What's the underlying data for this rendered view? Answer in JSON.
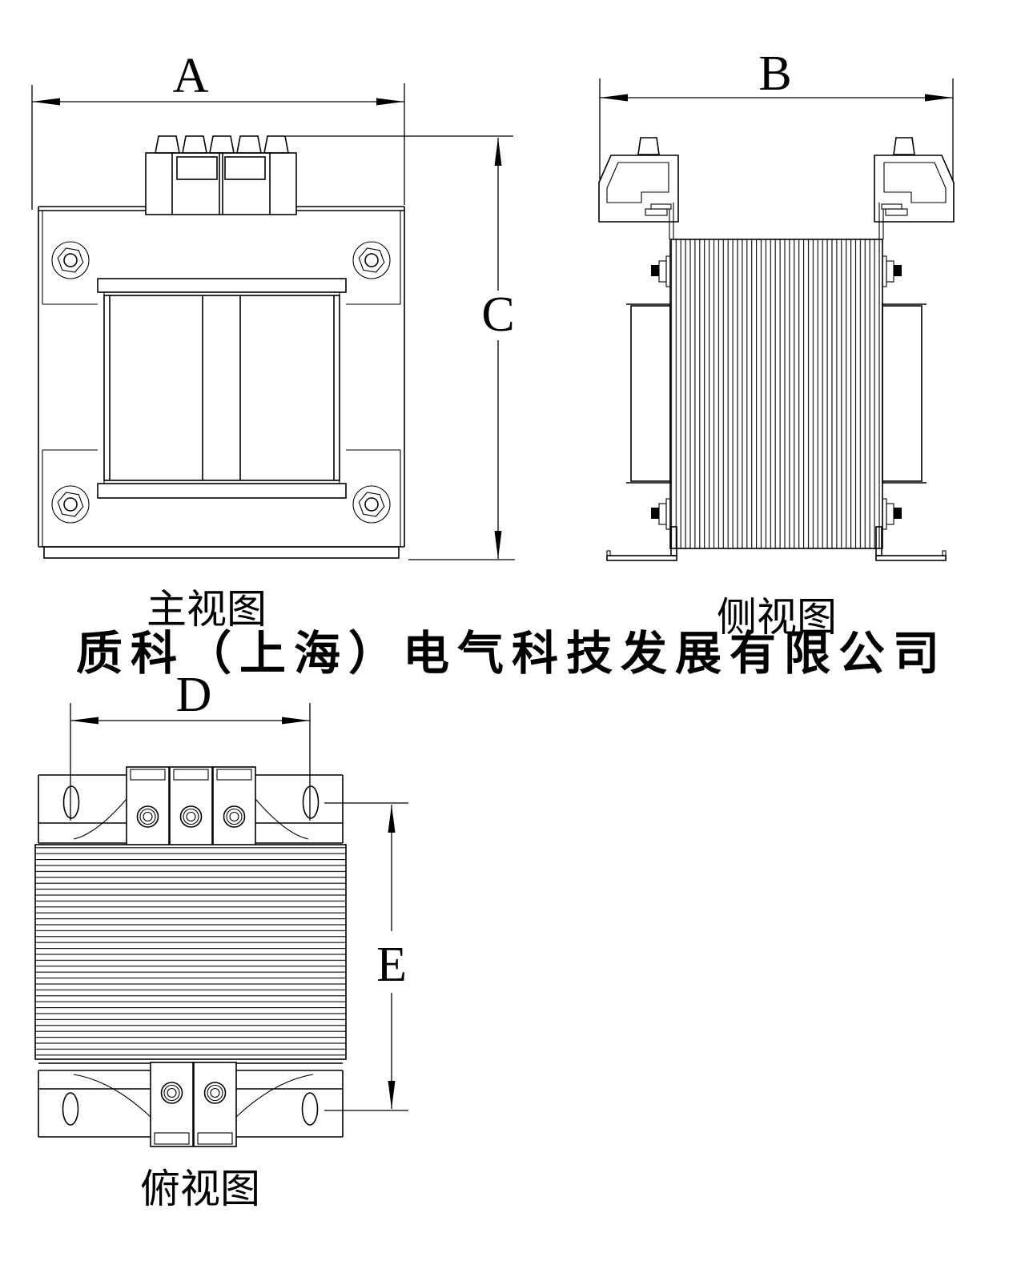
{
  "colors": {
    "line": "#000000",
    "background": "#ffffff"
  },
  "watermark": {
    "text": "质科（上海）电气科技发展有限公司",
    "color": "#e3e3e3"
  },
  "views": {
    "front": {
      "label": "主视图"
    },
    "side": {
      "label": "侧视图"
    },
    "top": {
      "label": "俯视图"
    }
  },
  "dimensions": {
    "a": "A",
    "b": "B",
    "c": "C",
    "d": "D",
    "e": "E"
  }
}
